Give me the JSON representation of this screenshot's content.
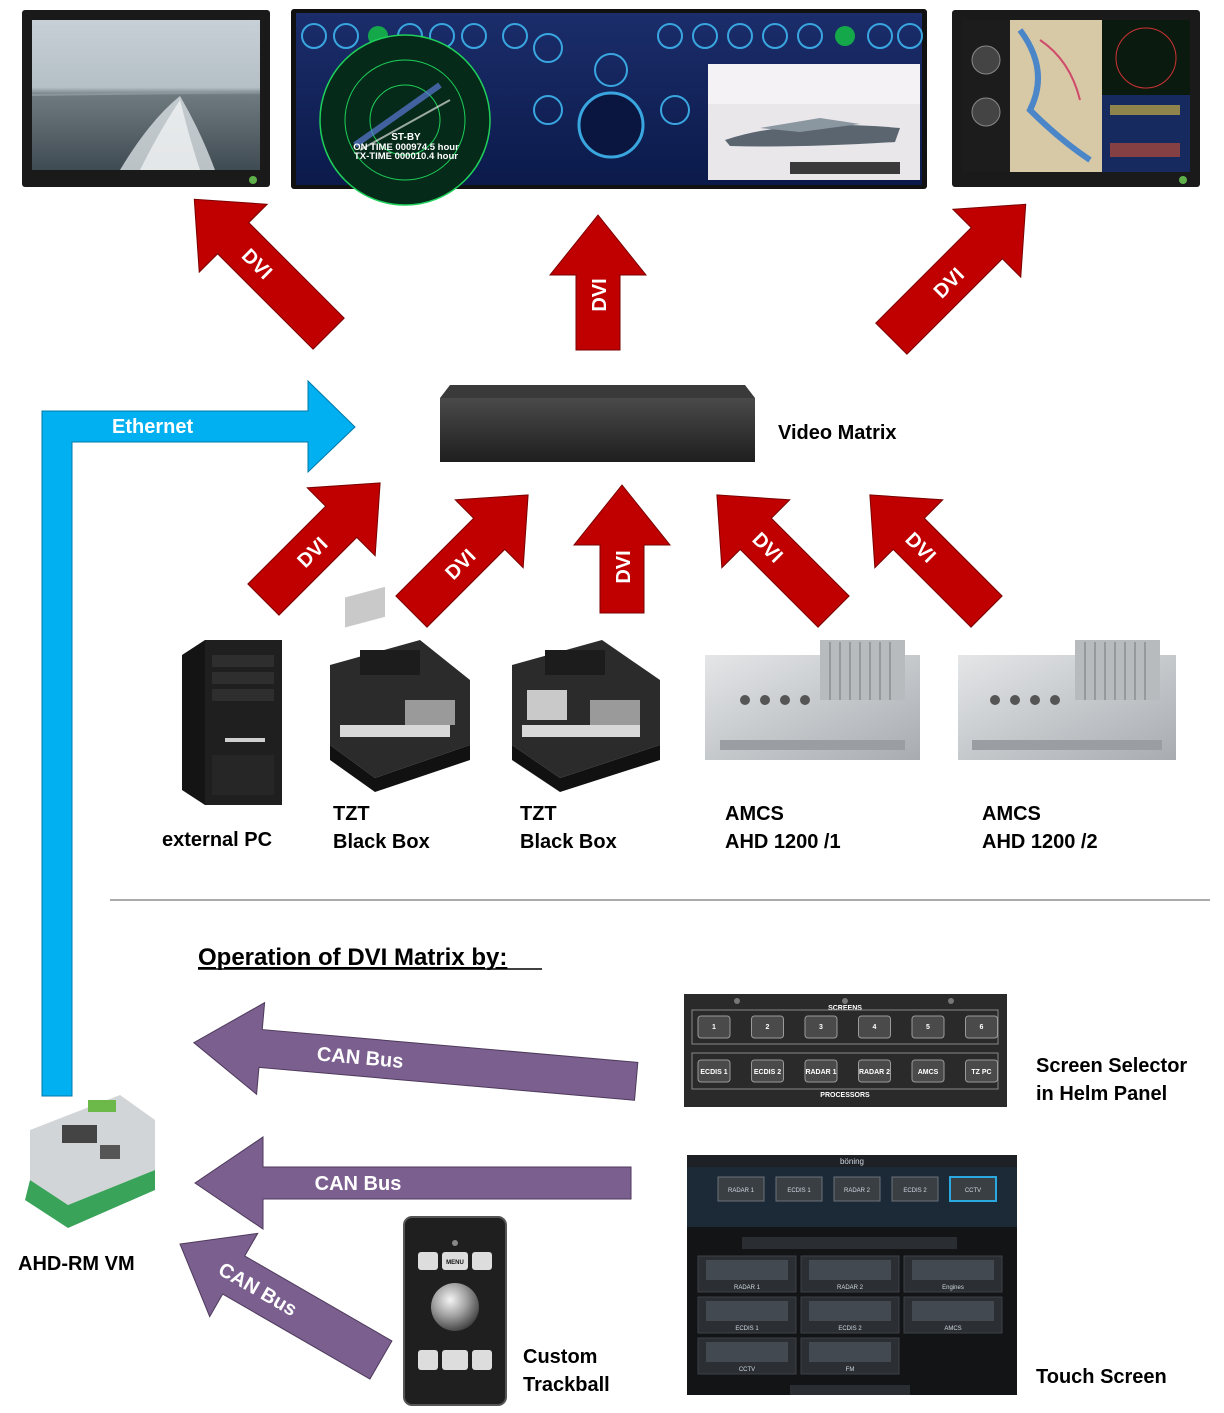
{
  "labels": {
    "video_matrix": "Video Matrix",
    "ethernet": "Ethernet",
    "external_pc": "external PC",
    "tzt1_line1": "TZT",
    "tzt1_line2": "Black Box",
    "tzt2_line1": "TZT",
    "tzt2_line2": "Black Box",
    "amcs1_line1": "AMCS",
    "amcs1_line2": "AHD 1200 /1",
    "amcs2_line1": "AMCS",
    "amcs2_line2": "AHD 1200 /2",
    "operation_heading": "Operation of DVI Matrix by:",
    "screen_selector_line1": "Screen Selector",
    "screen_selector_line2": "in Helm Panel",
    "touch_screen": "Touch Screen",
    "trackball_line1": "Custom",
    "trackball_line2": "Trackball",
    "ahd_rm_vm": "AHD-RM VM"
  },
  "arrow_labels": {
    "dvi": "DVI",
    "can_bus": "CAN Bus"
  },
  "radar_screen": {
    "line1": "ST-BY",
    "line2": "ON TIME 000974.5 hour",
    "line3": "TX-TIME 000010.4 hour"
  },
  "screen_selector": {
    "screens_title": "SCREENS",
    "processors_title": "PROCESSORS",
    "screen_buttons": [
      "1",
      "2",
      "3",
      "4",
      "5",
      "6"
    ],
    "processor_buttons": [
      "ECDIS 1",
      "ECDIS 2",
      "RADAR 1",
      "RADAR 2",
      "AMCS",
      "TZ PC"
    ]
  },
  "touch_screen_ui": {
    "brand": "böning",
    "sources": [
      "RADAR 1",
      "ECDIS 1",
      "RADAR 2",
      "ECDIS 2",
      "CCTV"
    ],
    "tiles": [
      "RADAR 1",
      "RADAR 2",
      "Engines",
      "ECDIS 1",
      "ECDIS 2",
      "AMCS",
      "CCTV",
      "FM"
    ]
  },
  "trackball_ui": {
    "menu_label": "MENU"
  },
  "colors": {
    "dvi_arrow": "#c00000",
    "ethernet": "#00b0f0",
    "can_bus": "#7b5f8f"
  }
}
